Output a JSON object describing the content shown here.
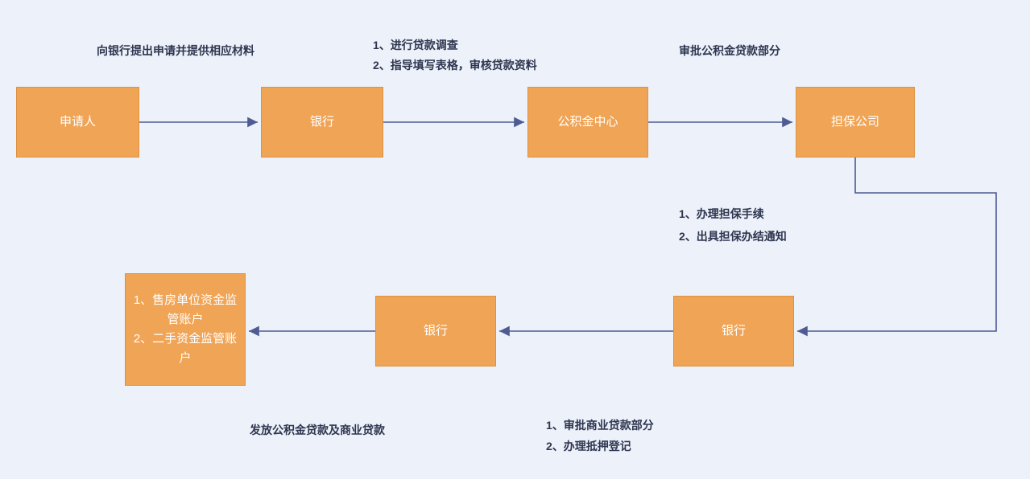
{
  "style": {
    "bg": "#edf1f9",
    "node_fill": "#f0a456",
    "node_border": "#dd9140",
    "node_text": "#ffffff",
    "arrow_color": "#4f5b93",
    "label_color": "#2e3650"
  },
  "nodes": [
    {
      "id": "applicant",
      "label": "申请人"
    },
    {
      "id": "bank-1",
      "label": "银行"
    },
    {
      "id": "fund-center",
      "label": "公积金中心"
    },
    {
      "id": "guarantee-company",
      "label": "担保公司"
    },
    {
      "id": "supervision-accounts",
      "label": "1、售房单位资金监管账户\n2、二手资金监管账户"
    },
    {
      "id": "bank-2",
      "label": "银行"
    },
    {
      "id": "bank-3",
      "label": "银行"
    }
  ],
  "labels": [
    {
      "id": "apply-materials",
      "text": "向银行提出申请并提供相应材料"
    },
    {
      "id": "loan-survey",
      "text": "1、进行贷款调查\n2、指导填写表格，审核贷款资料"
    },
    {
      "id": "approve-fund-part",
      "text": "审批公积金贷款部分"
    },
    {
      "id": "guarantee-steps",
      "text": "1、办理担保手续\n2、出具担保办结通知"
    },
    {
      "id": "grant-loans",
      "text": "发放公积金贷款及商业贷款"
    },
    {
      "id": "commercial-steps",
      "text": "1、审批商业贷款部分\n2、办理抵押登记"
    }
  ]
}
